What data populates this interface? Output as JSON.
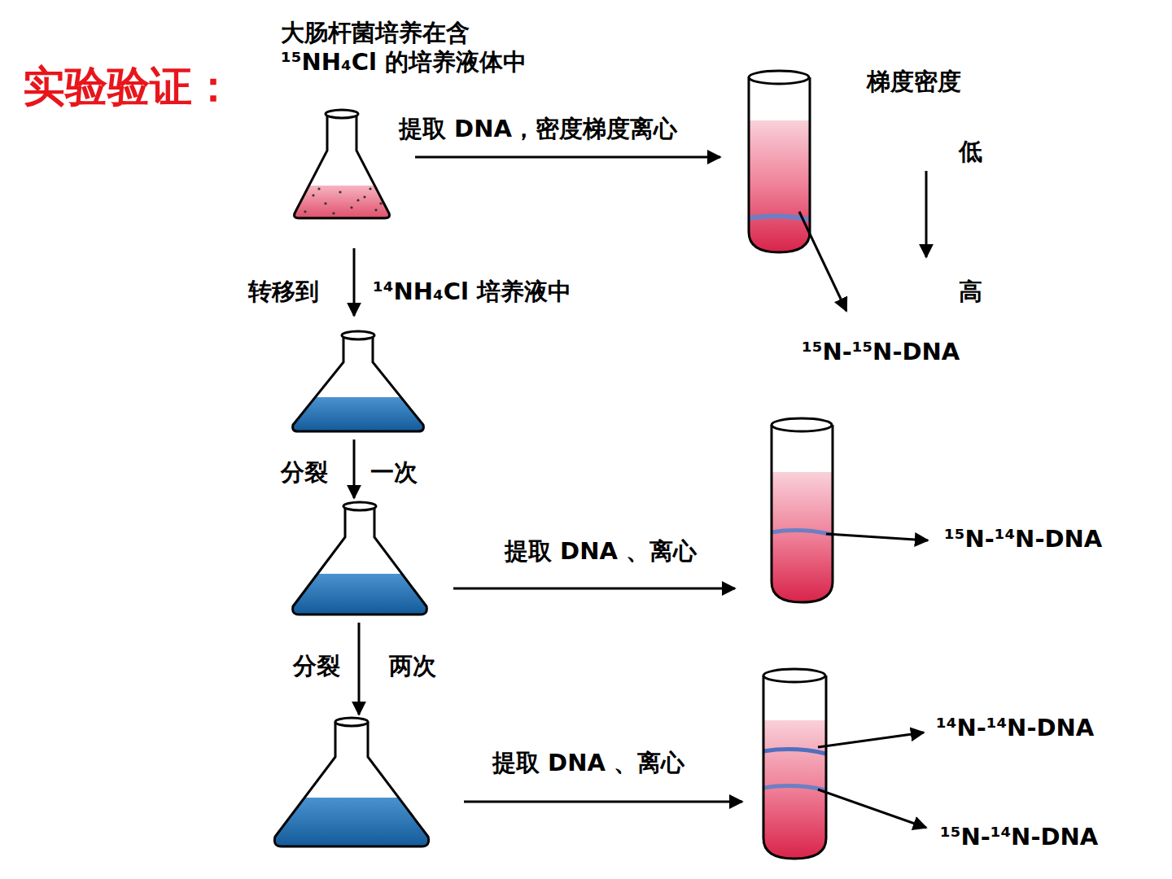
{
  "diagram": {
    "title": "实验验证：",
    "labels": [
      "大肠杆菌培养在含 ¹⁵NH₄Cl 的培养液体中",
      "提取 DNA，密度梯度离心",
      "梯度密度",
      "低",
      "高",
      "¹⁵N-¹⁵N-DNA",
      "转移到",
      "¹⁴NH₄Cl 培养液中",
      "分裂",
      "一次",
      "提取 DNA 、离心",
      "¹⁵N-¹⁴N-DNA",
      "分裂",
      "两次",
      "提取 DNA 、离心",
      "¹⁴N-¹⁴N-DNA",
      "¹⁵N-¹⁴N-DNA"
    ]
  }
}
